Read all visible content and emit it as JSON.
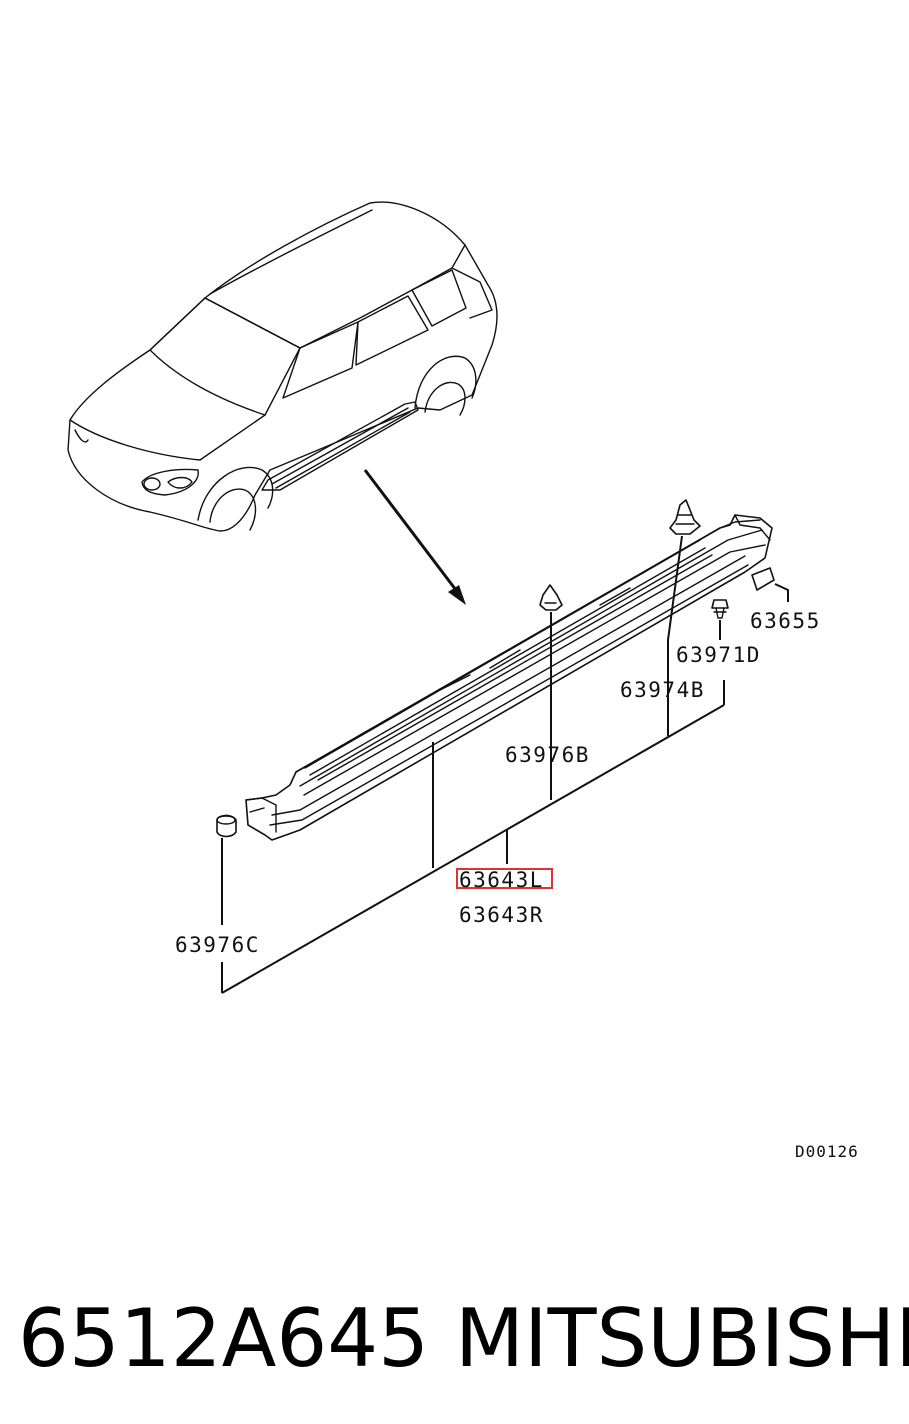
{
  "labels": {
    "p63655": "63655",
    "p63971D": "63971D",
    "p63974B": "63974B",
    "p63976B": "63976B",
    "p63643L": "63643L",
    "p63643R": "63643R",
    "p63976C": "63976C"
  },
  "drawing_code": "D00126",
  "footer": {
    "part_number": "6512A645",
    "brand": "MITSUBISHI"
  },
  "colors": {
    "highlight": "#e03030",
    "ink": "#111111"
  }
}
